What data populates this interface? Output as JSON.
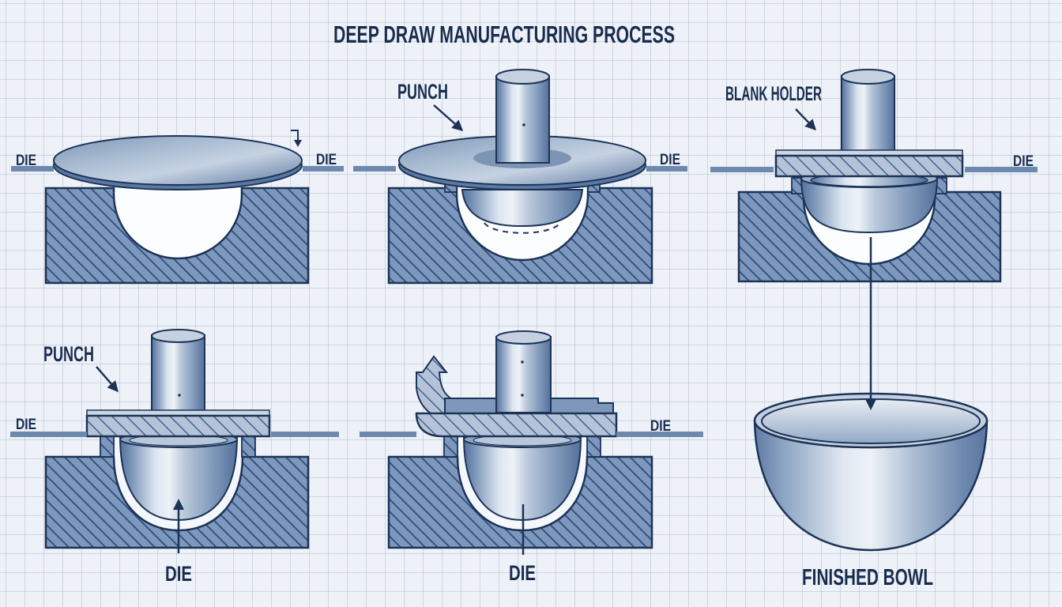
{
  "title": "DEEP DRAW MANUFACTURING PROCESS",
  "colors": {
    "ink": "#1d3356",
    "die_fill": "#7e98bd",
    "die_hatch_line": "#2d4d7c",
    "plate_fill": "#b5c3d8",
    "metal_highlight": "#eef2f8",
    "metal_shadow": "#54719b",
    "surface_line": "#6d89ad",
    "background": "#eef2f8",
    "cavity_white": "#fbfdff"
  },
  "stages": {
    "blank_on_die": {
      "die_left": "DIE",
      "die_right": "DIE"
    },
    "punch_contact": {
      "punch": "PUNCH",
      "die_right": "DIE"
    },
    "blank_holder_clamped": {
      "blank_holder": "BLANK HOLDER",
      "die_right": "DIE"
    },
    "punch_bottomed": {
      "punch": "PUNCH",
      "die_left": "DIE",
      "die_bottom": "DIE"
    },
    "punch_retracting": {
      "die_right": "DIE",
      "die_bottom": "DIE"
    },
    "finished_bowl": {
      "caption": "FINISHED BOWL"
    }
  }
}
